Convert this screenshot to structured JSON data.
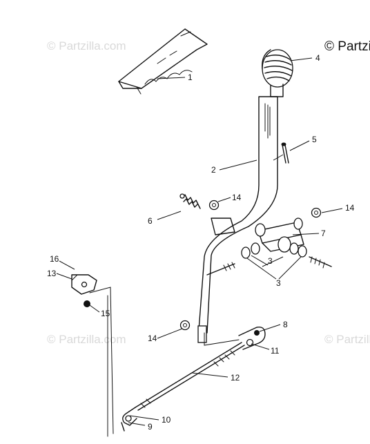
{
  "copyright": "© Partzilla.com",
  "watermarks": [
    "© Partzilla.com",
    "© Partzilla.com",
    "© Partzilla.com",
    "© Partzilla.com"
  ],
  "callouts": {
    "c1": "1",
    "c2": "2",
    "c3a": "3",
    "c3b": "3",
    "c4": "4",
    "c5": "5",
    "c6": "6",
    "c7": "7",
    "c8": "8",
    "c9": "9",
    "c10": "10",
    "c11": "11",
    "c12": "12",
    "c13": "13",
    "c14a": "14",
    "c14b": "14",
    "c14c": "14",
    "c15": "15",
    "c16": "16"
  },
  "colors": {
    "ink": "#111111",
    "watermark": "#d9d9d9",
    "background": "#ffffff"
  }
}
